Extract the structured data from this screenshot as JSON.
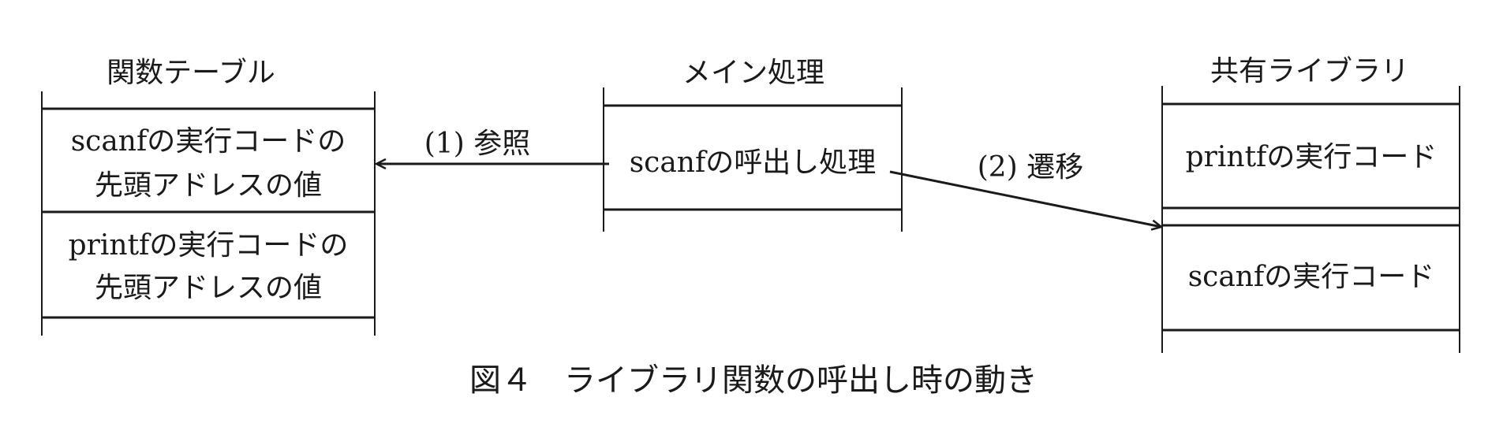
{
  "function_table": {
    "title": "関数テーブル",
    "rows": [
      {
        "line1": "scanfの実行コードの",
        "line2": "先頭アドレスの値"
      },
      {
        "line1": "printfの実行コードの",
        "line2": "先頭アドレスの値"
      }
    ]
  },
  "main_process": {
    "title": "メイン処理",
    "row": "scanfの呼出し処理"
  },
  "shared_library": {
    "title": "共有ライブラリ",
    "rows": [
      "printfの実行コード",
      "scanfの実行コード"
    ]
  },
  "arrows": {
    "reference": "(1) 参照",
    "transition": "(2) 遷移"
  },
  "caption": "図４　ライブラリ関数の呼出し時の動き"
}
